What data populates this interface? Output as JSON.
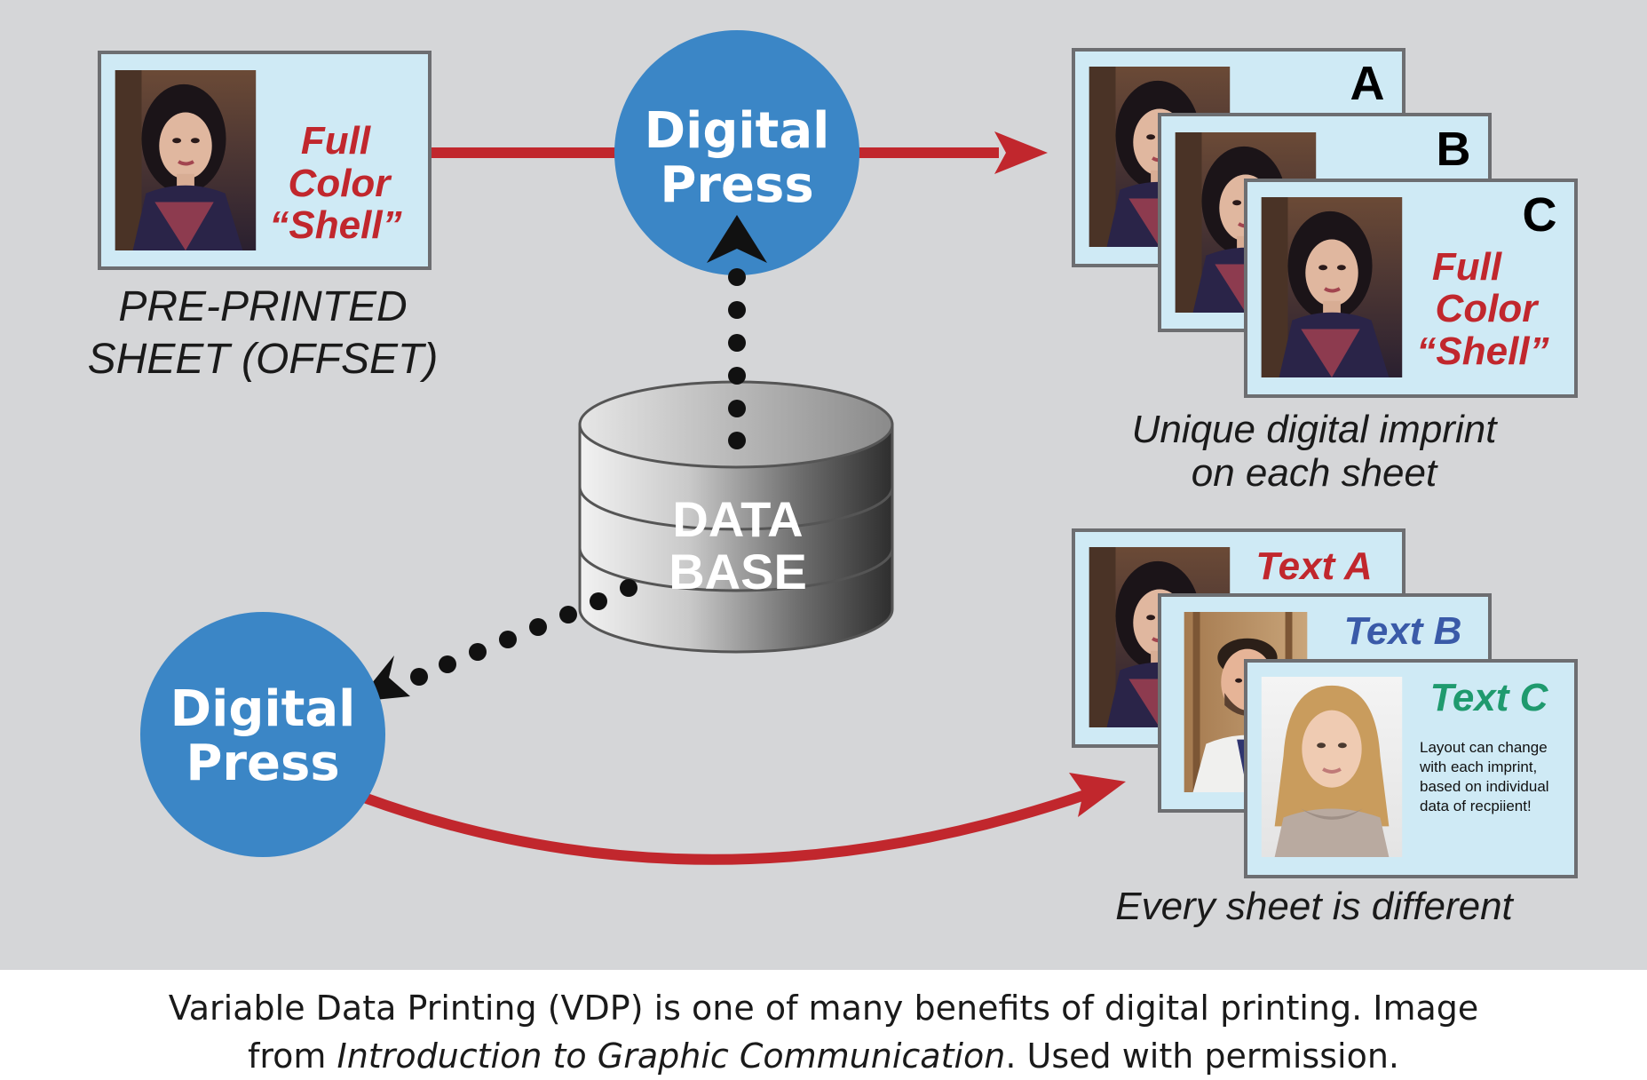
{
  "colors": {
    "panel_bg": "#d5d6d8",
    "sheet_fill": "#cfeaf5",
    "sheet_border": "#6d6e71",
    "press_blue": "#3b86c6",
    "arrow_red": "#c1272d",
    "text_red": "#c1272d",
    "text_blue": "#3a5aa8",
    "text_green": "#1f9a6e"
  },
  "top_left": {
    "sheet_text_line1": "Full",
    "sheet_text_line2": "Color",
    "sheet_text_line3": "“Shell”",
    "caption_line1": "PRE-PRINTED",
    "caption_line2": "SHEET (OFFSET)"
  },
  "press_top": {
    "line1": "Digital",
    "line2": "Press"
  },
  "press_bottom": {
    "line1": "Digital",
    "line2": "Press"
  },
  "database": {
    "line1": "DATA",
    "line2": "BASE"
  },
  "top_right": {
    "sheet_letters": [
      "A",
      "B",
      "C"
    ],
    "front_text_line1": "Full",
    "front_text_line2": "Color",
    "front_text_line3": "“Shell”",
    "caption_line1": "Unique digital imprint",
    "caption_line2": "on each sheet"
  },
  "bottom_right": {
    "text_a": "Text A",
    "text_b": "Text B",
    "text_c": "Text C",
    "note_line1": "Layout can change",
    "note_line2": "with each imprint,",
    "note_line3": "based on individual",
    "note_line4": "data of recpiient!",
    "caption": "Every sheet is different"
  },
  "footer": {
    "line1": "Variable Data Printing (VDP) is one of many benefits of digital printing. Image",
    "line2_a": "from ",
    "line2_italic": "Introduction to Graphic Communication",
    "line2_b": ". Used with permission."
  }
}
